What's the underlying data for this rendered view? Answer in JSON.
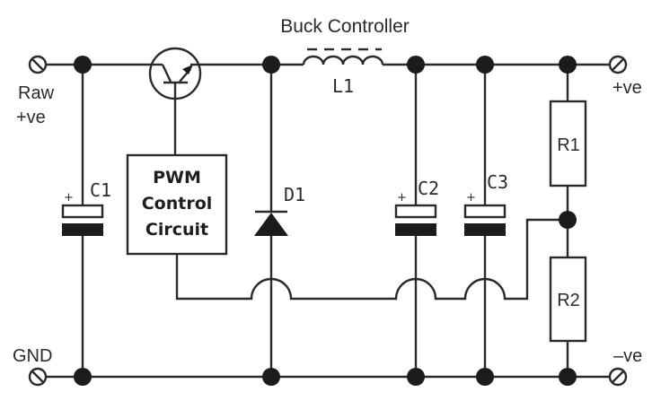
{
  "diagram": {
    "title": "Buck Controller",
    "terminals": {
      "raw_positive": {
        "line1": "Raw",
        "line2": "+ve"
      },
      "ground": "GND",
      "output_positive": "+ve",
      "output_negative": "–ve"
    },
    "components": {
      "c1": {
        "label": "C1",
        "polarity": "+"
      },
      "c2": {
        "label": "C2",
        "polarity": "+"
      },
      "c3": {
        "label": "C3",
        "polarity": "+"
      },
      "d1": {
        "label": "D1"
      },
      "l1": {
        "label": "L1"
      },
      "r1": {
        "label": "R1"
      },
      "r2": {
        "label": "R2"
      },
      "pwm": {
        "line1": "PWM",
        "line2": "Control",
        "line3": "Circuit"
      }
    },
    "colors": {
      "ink": "#2a2a2a",
      "fill": "#1c1c1c",
      "background": "#ffffff"
    }
  }
}
